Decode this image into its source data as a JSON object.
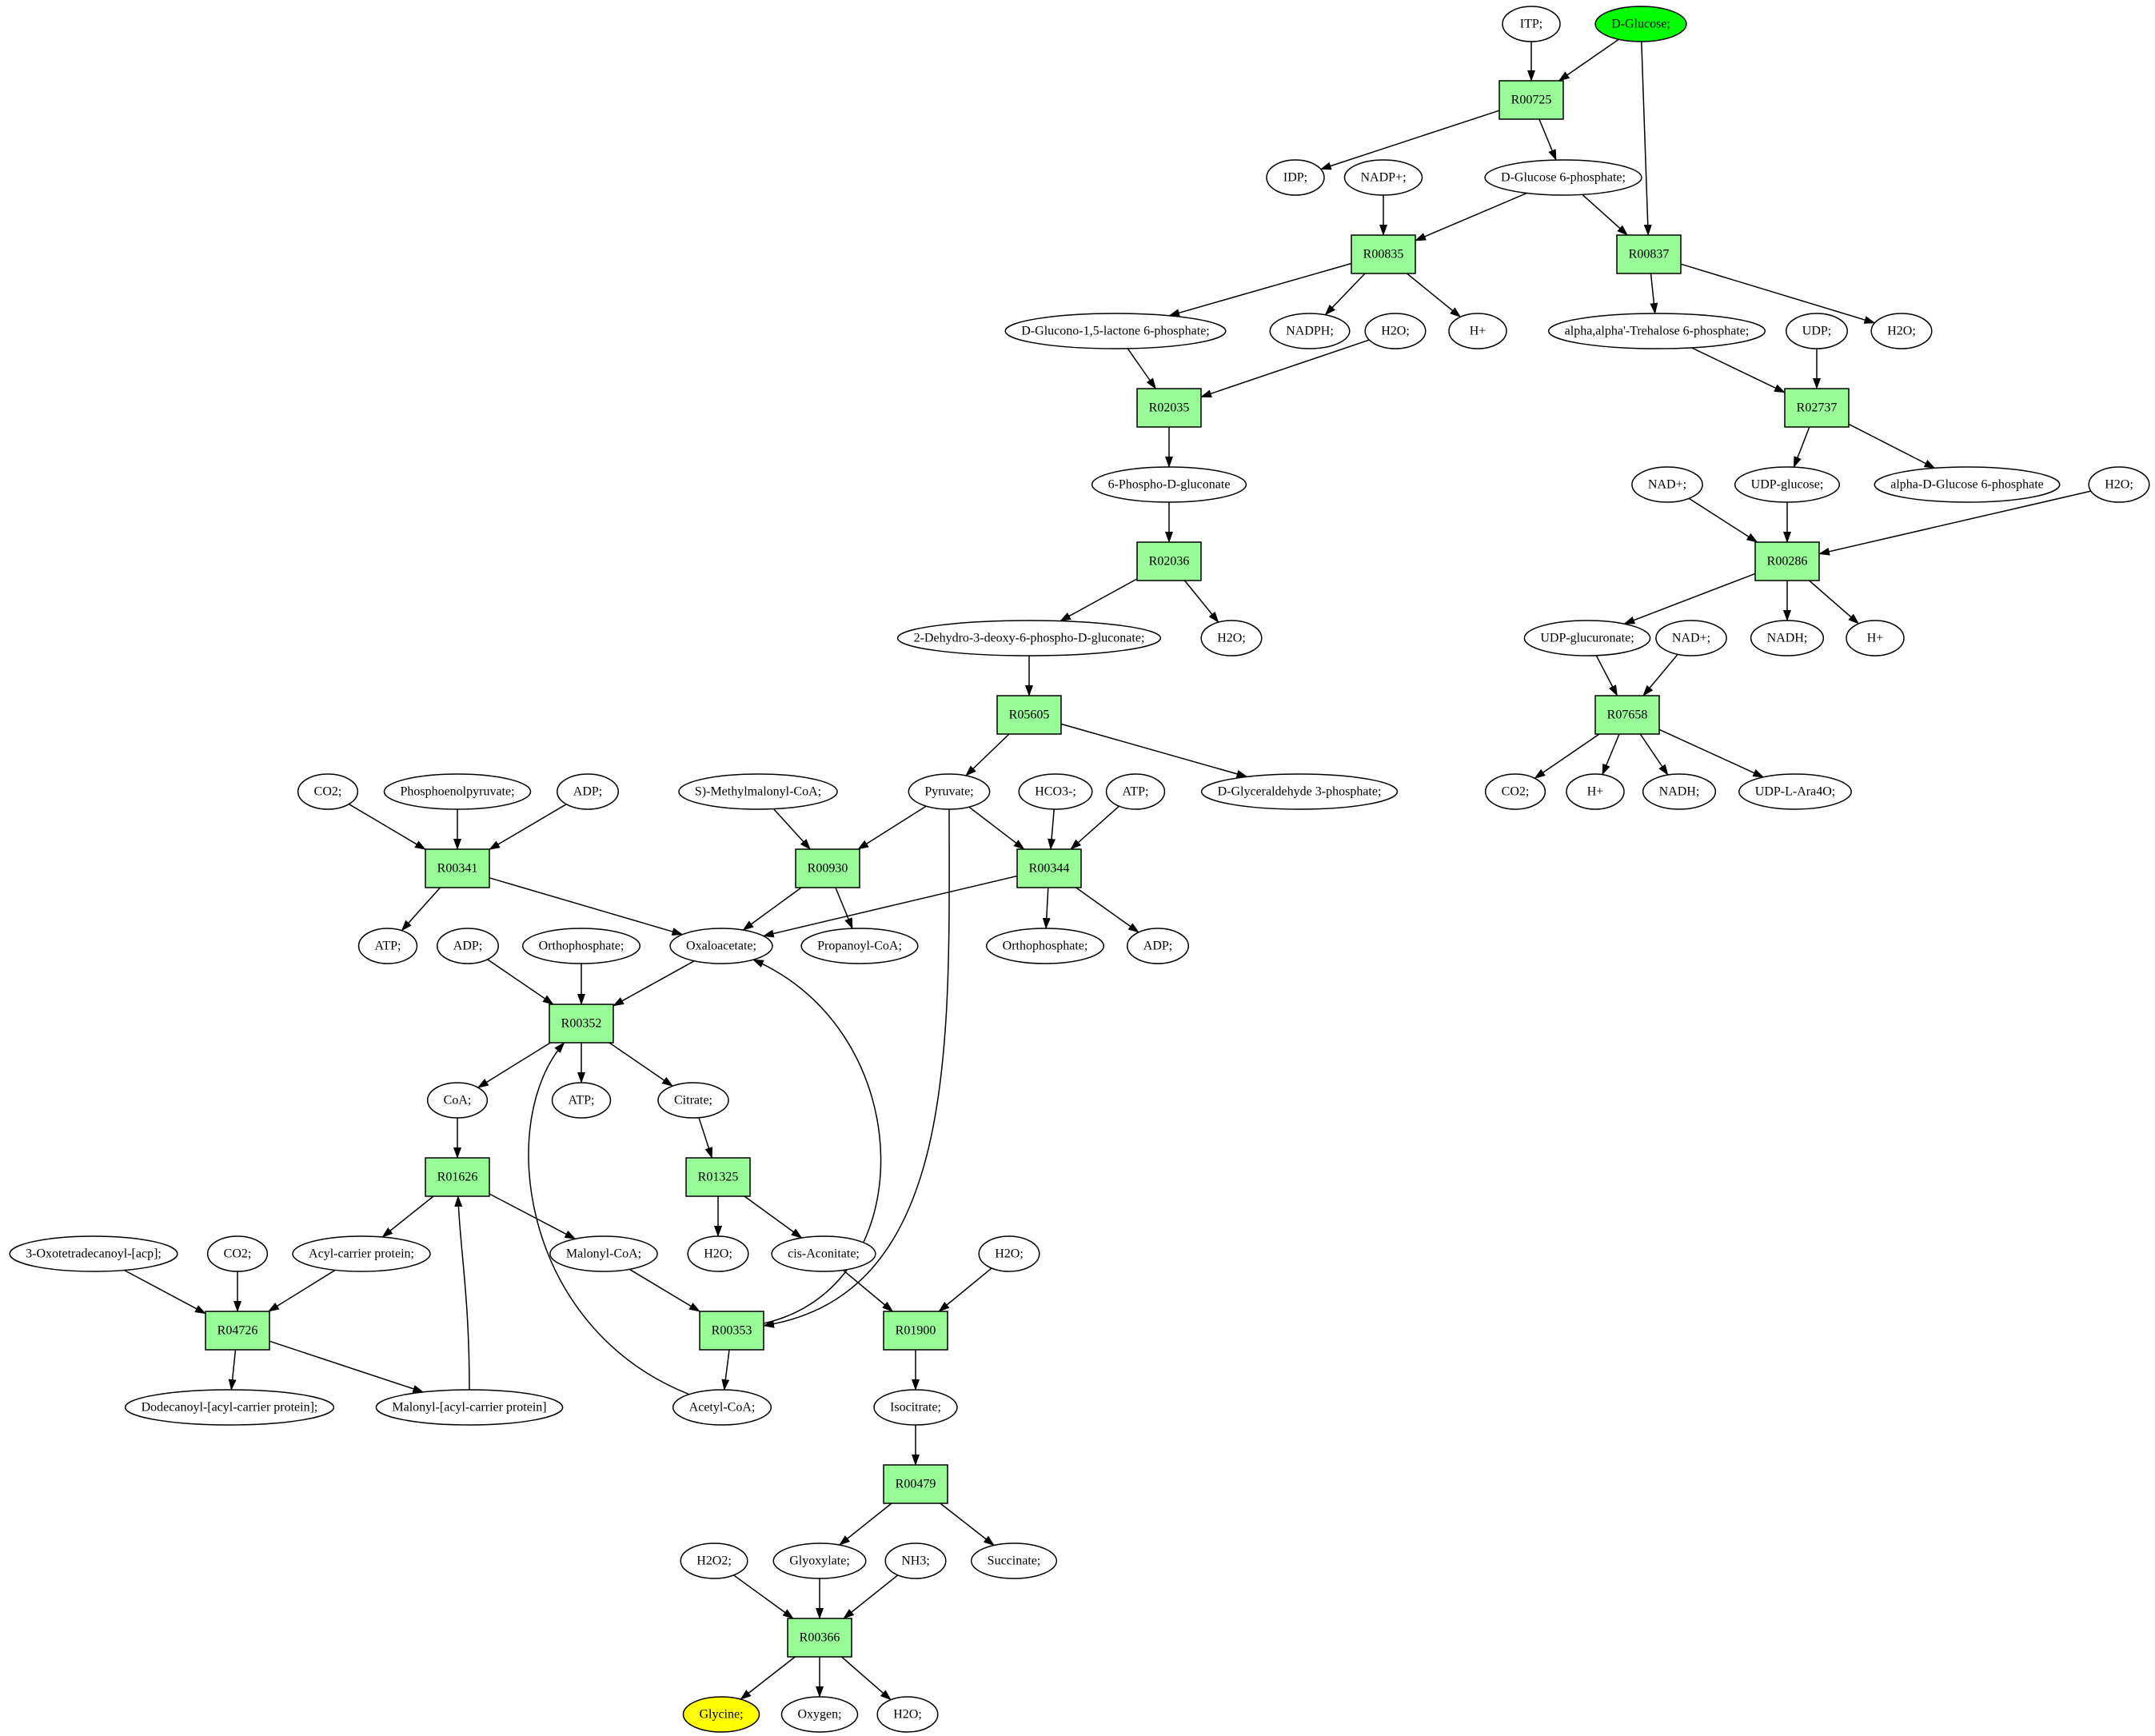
{
  "colors": {
    "reaction_fill": "#98fb98",
    "compound_fill": "#ffffff",
    "source_fill": "#00ff00",
    "target_fill": "#ffff00",
    "stroke": "#000000"
  },
  "nodes": [
    {
      "id": "itp",
      "label": "ITP;",
      "kind": "compound"
    },
    {
      "id": "dglucose",
      "label": "D-Glucose;",
      "kind": "source"
    },
    {
      "id": "r00725",
      "label": "R00725",
      "kind": "reaction"
    },
    {
      "id": "idp",
      "label": "IDP;",
      "kind": "compound"
    },
    {
      "id": "nadp",
      "label": "NADP+;",
      "kind": "compound"
    },
    {
      "id": "g6p",
      "label": "D-Glucose 6-phosphate;",
      "kind": "compound"
    },
    {
      "id": "r00835",
      "label": "R00835",
      "kind": "reaction"
    },
    {
      "id": "r00837",
      "label": "R00837",
      "kind": "reaction"
    },
    {
      "id": "glucono",
      "label": "D-Glucono-1,5-lactone 6-phosphate;",
      "kind": "compound"
    },
    {
      "id": "nadph",
      "label": "NADPH;",
      "kind": "compound"
    },
    {
      "id": "h2o_a",
      "label": "H2O;",
      "kind": "compound"
    },
    {
      "id": "hplus_a",
      "label": "H+",
      "kind": "compound"
    },
    {
      "id": "trehalose",
      "label": "alpha,alpha'-Trehalose 6-phosphate;",
      "kind": "compound"
    },
    {
      "id": "udp",
      "label": "UDP;",
      "kind": "compound"
    },
    {
      "id": "h2o_b",
      "label": "H2O;",
      "kind": "compound"
    },
    {
      "id": "r02035",
      "label": "R02035",
      "kind": "reaction"
    },
    {
      "id": "r02737",
      "label": "R02737",
      "kind": "reaction"
    },
    {
      "id": "pgluconate",
      "label": "6-Phospho-D-gluconate",
      "kind": "compound"
    },
    {
      "id": "nad_a",
      "label": "NAD+;",
      "kind": "compound"
    },
    {
      "id": "udpglucose",
      "label": "UDP-glucose;",
      "kind": "compound"
    },
    {
      "id": "aglc6p",
      "label": "alpha-D-Glucose 6-phosphate",
      "kind": "compound"
    },
    {
      "id": "h2o_c",
      "label": "H2O;",
      "kind": "compound"
    },
    {
      "id": "r02036",
      "label": "R02036",
      "kind": "reaction"
    },
    {
      "id": "r00286",
      "label": "R00286",
      "kind": "reaction"
    },
    {
      "id": "kdpg",
      "label": "2-Dehydro-3-deoxy-6-phospho-D-gluconate;",
      "kind": "compound"
    },
    {
      "id": "h2o_d",
      "label": "H2O;",
      "kind": "compound"
    },
    {
      "id": "udpglucuronate",
      "label": "UDP-glucuronate;",
      "kind": "compound"
    },
    {
      "id": "nad_b",
      "label": "NAD+;",
      "kind": "compound"
    },
    {
      "id": "nadh_a",
      "label": "NADH;",
      "kind": "compound"
    },
    {
      "id": "hplus_b",
      "label": "H+",
      "kind": "compound"
    },
    {
      "id": "r05605",
      "label": "R05605",
      "kind": "reaction"
    },
    {
      "id": "r07658",
      "label": "R07658",
      "kind": "reaction"
    },
    {
      "id": "co2_a",
      "label": "CO2;",
      "kind": "compound"
    },
    {
      "id": "pep",
      "label": "Phosphoenolpyruvate;",
      "kind": "compound"
    },
    {
      "id": "adp_a",
      "label": "ADP;",
      "kind": "compound"
    },
    {
      "id": "smm",
      "label": "S)-Methylmalonyl-CoA;",
      "kind": "compound"
    },
    {
      "id": "pyruvate",
      "label": "Pyruvate;",
      "kind": "compound"
    },
    {
      "id": "hco3",
      "label": "HCO3-;",
      "kind": "compound"
    },
    {
      "id": "atp_a",
      "label": "ATP;",
      "kind": "compound"
    },
    {
      "id": "g3p",
      "label": "D-Glyceraldehyde 3-phosphate;",
      "kind": "compound"
    },
    {
      "id": "co2_b",
      "label": "CO2;",
      "kind": "compound"
    },
    {
      "id": "hplus_c",
      "label": "H+",
      "kind": "compound"
    },
    {
      "id": "nadh_b",
      "label": "NADH;",
      "kind": "compound"
    },
    {
      "id": "udpara",
      "label": "UDP-L-Ara4O;",
      "kind": "compound"
    },
    {
      "id": "r00341",
      "label": "R00341",
      "kind": "reaction"
    },
    {
      "id": "r00930",
      "label": "R00930",
      "kind": "reaction"
    },
    {
      "id": "r00344",
      "label": "R00344",
      "kind": "reaction"
    },
    {
      "id": "atp_b",
      "label": "ATP;",
      "kind": "compound"
    },
    {
      "id": "adp_b",
      "label": "ADP;",
      "kind": "compound"
    },
    {
      "id": "ortho_a",
      "label": "Orthophosphate;",
      "kind": "compound"
    },
    {
      "id": "oxaloacetate",
      "label": "Oxaloacetate;",
      "kind": "compound"
    },
    {
      "id": "propanoyl",
      "label": "Propanoyl-CoA;",
      "kind": "compound"
    },
    {
      "id": "ortho_b",
      "label": "Orthophosphate;",
      "kind": "compound"
    },
    {
      "id": "adp_c",
      "label": "ADP;",
      "kind": "compound"
    },
    {
      "id": "r00352",
      "label": "R00352",
      "kind": "reaction"
    },
    {
      "id": "coa",
      "label": "CoA;",
      "kind": "compound"
    },
    {
      "id": "atp_c",
      "label": "ATP;",
      "kind": "compound"
    },
    {
      "id": "citrate",
      "label": "Citrate;",
      "kind": "compound"
    },
    {
      "id": "r01626",
      "label": "R01626",
      "kind": "reaction"
    },
    {
      "id": "r01325",
      "label": "R01325",
      "kind": "reaction"
    },
    {
      "id": "oxotetra",
      "label": "3-Oxotetradecanoyl-[acp];",
      "kind": "compound"
    },
    {
      "id": "co2_c",
      "label": "CO2;",
      "kind": "compound"
    },
    {
      "id": "acp",
      "label": "Acyl-carrier protein;",
      "kind": "compound"
    },
    {
      "id": "malonylcoa",
      "label": "Malonyl-CoA;",
      "kind": "compound"
    },
    {
      "id": "h2o_e",
      "label": "H2O;",
      "kind": "compound"
    },
    {
      "id": "cisaconitate",
      "label": "cis-Aconitate;",
      "kind": "compound"
    },
    {
      "id": "h2o_f",
      "label": "H2O;",
      "kind": "compound"
    },
    {
      "id": "r04726",
      "label": "R04726",
      "kind": "reaction"
    },
    {
      "id": "r00353",
      "label": "R00353",
      "kind": "reaction"
    },
    {
      "id": "r01900",
      "label": "R01900",
      "kind": "reaction"
    },
    {
      "id": "dodecanoyl",
      "label": "Dodecanoyl-[acyl-carrier protein];",
      "kind": "compound"
    },
    {
      "id": "malonylacp",
      "label": "Malonyl-[acyl-carrier protein]",
      "kind": "compound"
    },
    {
      "id": "acetylcoa",
      "label": "Acetyl-CoA;",
      "kind": "compound"
    },
    {
      "id": "isocitrate",
      "label": "Isocitrate;",
      "kind": "compound"
    },
    {
      "id": "r00479",
      "label": "R00479",
      "kind": "reaction"
    },
    {
      "id": "h2o2",
      "label": "H2O2;",
      "kind": "compound"
    },
    {
      "id": "glyoxylate",
      "label": "Glyoxylate;",
      "kind": "compound"
    },
    {
      "id": "nh3",
      "label": "NH3;",
      "kind": "compound"
    },
    {
      "id": "succinate",
      "label": "Succinate;",
      "kind": "compound"
    },
    {
      "id": "r00366",
      "label": "R00366",
      "kind": "reaction"
    },
    {
      "id": "glycine",
      "label": "Glycine;",
      "kind": "target"
    },
    {
      "id": "oxygen",
      "label": "Oxygen;",
      "kind": "compound"
    },
    {
      "id": "h2o_g",
      "label": "H2O;",
      "kind": "compound"
    }
  ],
  "edges": [
    [
      "itp",
      "r00725"
    ],
    [
      "dglucose",
      "r00725"
    ],
    [
      "dglucose",
      "r00837"
    ],
    [
      "r00725",
      "idp"
    ],
    [
      "r00725",
      "g6p"
    ],
    [
      "nadp",
      "r00835"
    ],
    [
      "g6p",
      "r00835"
    ],
    [
      "g6p",
      "r00837"
    ],
    [
      "r00835",
      "glucono"
    ],
    [
      "r00835",
      "nadph"
    ],
    [
      "r00835",
      "hplus_a"
    ],
    [
      "r00837",
      "trehalose"
    ],
    [
      "r00837",
      "h2o_b"
    ],
    [
      "glucono",
      "r02035"
    ],
    [
      "h2o_a",
      "r02035"
    ],
    [
      "trehalose",
      "r02737"
    ],
    [
      "udp",
      "r02737"
    ],
    [
      "r02035",
      "pgluconate"
    ],
    [
      "r02737",
      "udpglucose"
    ],
    [
      "r02737",
      "aglc6p"
    ],
    [
      "pgluconate",
      "r02036"
    ],
    [
      "nad_a",
      "r00286"
    ],
    [
      "udpglucose",
      "r00286"
    ],
    [
      "h2o_c",
      "r00286"
    ],
    [
      "r02036",
      "kdpg"
    ],
    [
      "r02036",
      "h2o_d"
    ],
    [
      "r00286",
      "udpglucuronate"
    ],
    [
      "r00286",
      "nadh_a"
    ],
    [
      "r00286",
      "hplus_b"
    ],
    [
      "kdpg",
      "r05605"
    ],
    [
      "udpglucuronate",
      "r07658"
    ],
    [
      "nad_b",
      "r07658"
    ],
    [
      "r05605",
      "pyruvate"
    ],
    [
      "r05605",
      "g3p"
    ],
    [
      "r07658",
      "co2_b"
    ],
    [
      "r07658",
      "hplus_c"
    ],
    [
      "r07658",
      "nadh_b"
    ],
    [
      "r07658",
      "udpara"
    ],
    [
      "co2_a",
      "r00341"
    ],
    [
      "pep",
      "r00341"
    ],
    [
      "adp_a",
      "r00341"
    ],
    [
      "smm",
      "r00930"
    ],
    [
      "pyruvate",
      "r00930"
    ],
    [
      "pyruvate",
      "r00344"
    ],
    [
      "hco3",
      "r00344"
    ],
    [
      "atp_a",
      "r00344"
    ],
    [
      "pyruvate",
      "r00353",
      "curve"
    ],
    [
      "r00341",
      "atp_b"
    ],
    [
      "r00341",
      "oxaloacetate"
    ],
    [
      "r00930",
      "oxaloacetate"
    ],
    [
      "r00930",
      "propanoyl"
    ],
    [
      "r00344",
      "oxaloacetate"
    ],
    [
      "r00344",
      "ortho_b"
    ],
    [
      "r00344",
      "adp_c"
    ],
    [
      "adp_b",
      "r00352"
    ],
    [
      "ortho_a",
      "r00352"
    ],
    [
      "oxaloacetate",
      "r00352"
    ],
    [
      "r00352",
      "coa"
    ],
    [
      "r00352",
      "atp_c"
    ],
    [
      "r00352",
      "citrate"
    ],
    [
      "coa",
      "r01626"
    ],
    [
      "citrate",
      "r01325"
    ],
    [
      "r01626",
      "acp"
    ],
    [
      "r01626",
      "malonylcoa"
    ],
    [
      "r01325",
      "h2o_e"
    ],
    [
      "r01325",
      "cisaconitate"
    ],
    [
      "oxotetra",
      "r04726"
    ],
    [
      "co2_c",
      "r04726"
    ],
    [
      "acp",
      "r04726"
    ],
    [
      "malonylcoa",
      "r00353"
    ],
    [
      "cisaconitate",
      "r01900"
    ],
    [
      "h2o_f",
      "r01900"
    ],
    [
      "r04726",
      "dodecanoyl"
    ],
    [
      "r04726",
      "malonylacp"
    ],
    [
      "malonylacp",
      "r01626",
      "curve"
    ],
    [
      "r00353",
      "acetylcoa"
    ],
    [
      "r00353",
      "oxaloacetate",
      "curve"
    ],
    [
      "acetylcoa",
      "r00352",
      "curve"
    ],
    [
      "r01900",
      "isocitrate"
    ],
    [
      "isocitrate",
      "r00479"
    ],
    [
      "r00479",
      "glyoxylate"
    ],
    [
      "r00479",
      "succinate"
    ],
    [
      "h2o2",
      "r00366"
    ],
    [
      "glyoxylate",
      "r00366"
    ],
    [
      "nh3",
      "r00366"
    ],
    [
      "r00366",
      "glycine"
    ],
    [
      "r00366",
      "oxygen"
    ],
    [
      "r00366",
      "h2o_g"
    ]
  ]
}
